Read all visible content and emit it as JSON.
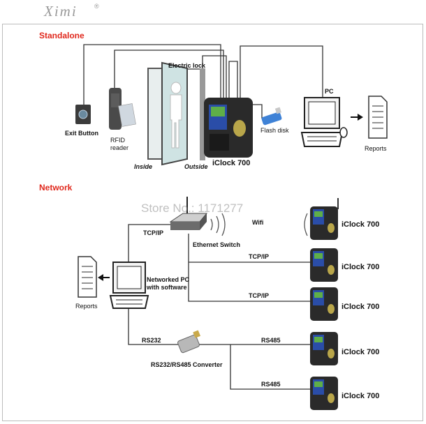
{
  "logo": {
    "text": "Ximi",
    "mark": "®"
  },
  "watermark": "Store No.: 1171277",
  "sections": {
    "standalone": "Standalone",
    "network": "Network"
  },
  "standalone": {
    "exit_button": "Exit Button",
    "rfid_reader_line1": "RFID",
    "rfid_reader_line2": "reader",
    "electric_lock": "Electric lock",
    "inside": "Inside",
    "outside": "Outside",
    "device": "iClock 700",
    "flash_disk": "Flash disk",
    "pc": "PC",
    "reports": "Reports"
  },
  "network": {
    "tcpip_top": "TCP/IP",
    "ethernet_switch": "Ethernet Switch",
    "wifi": "Wifi",
    "tcpip_1": "TCP/IP",
    "tcpip_2": "TCP/IP",
    "pc_line1": "Networked PC",
    "pc_line2": "with software",
    "reports": "Reports",
    "rs232": "RS232",
    "converter": "RS232/RS485 Converter",
    "rs485_1": "RS485",
    "rs485_2": "RS485",
    "devices": [
      "iClock 700",
      "iClock 700",
      "iClock 700",
      "iClock 700",
      "iClock 700"
    ]
  },
  "colors": {
    "section_title": "#e0281c",
    "line": "#333333",
    "device_body": "#2a2a2a"
  }
}
